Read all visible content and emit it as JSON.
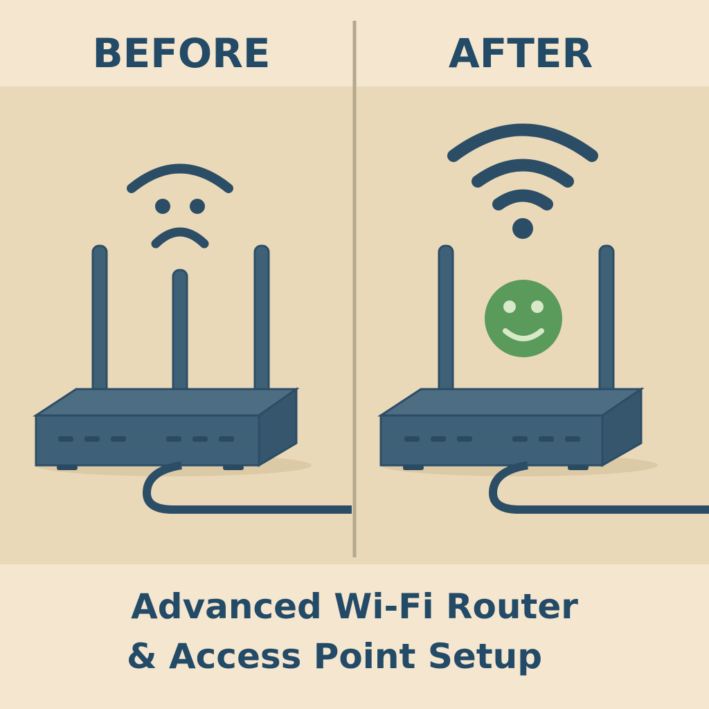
{
  "panels": {
    "before": {
      "label": "BEFORE",
      "status": "sad-face-weak-signal"
    },
    "after": {
      "label": "AFTER",
      "status": "happy-face-strong-signal"
    }
  },
  "caption": {
    "line1": "Advanced Wi-Fi Router",
    "line2": "& Access Point Setup"
  },
  "colors": {
    "background": "#f4e6cf",
    "panel": "#ead9b9",
    "text": "#234a66",
    "router": "#3f6178",
    "smiley": "#5a9a5a"
  }
}
